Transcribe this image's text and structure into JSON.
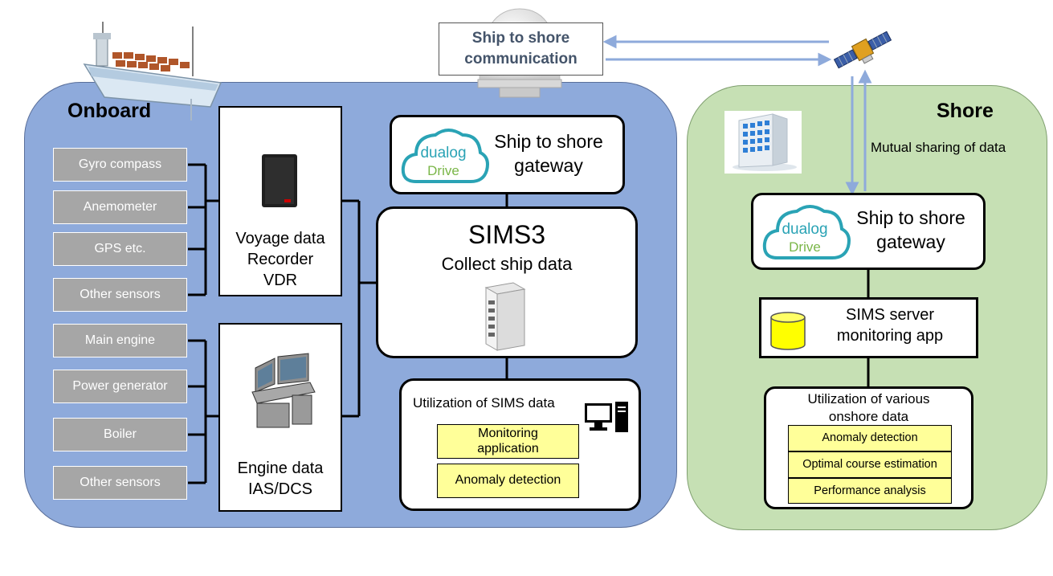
{
  "header": {
    "comm_line1": "Ship to shore",
    "comm_line2": "communication",
    "mutual_sharing": "Mutual sharing of data"
  },
  "onboard": {
    "title": "Onboard",
    "sensors_top": [
      "Gyro compass",
      "Anemometer",
      "GPS etc.",
      "Other sensors"
    ],
    "sensors_bottom": [
      "Main engine",
      "Power generator",
      "Boiler",
      "Other sensors"
    ],
    "vdr": {
      "line1": "Voyage data",
      "line2": "Recorder",
      "line3": "VDR"
    },
    "engine": {
      "line1": "Engine data",
      "line2": "IAS/DCS"
    },
    "gateway": {
      "line1": "Ship to shore",
      "line2": "gateway",
      "logo_top": "dualog",
      "logo_bottom": "Drive"
    },
    "sims3": {
      "title": "SIMS3",
      "subtitle": "Collect ship data"
    },
    "utilization": {
      "title": "Utilization of SIMS data",
      "items": [
        {
          "line1": "Monitoring",
          "line2": "application"
        },
        {
          "line1": "Anomaly detection",
          "line2": ""
        }
      ]
    }
  },
  "shore": {
    "title": "Shore",
    "gateway": {
      "line1": "Ship to shore",
      "line2": "gateway",
      "logo_top": "dualog",
      "logo_bottom": "Drive"
    },
    "server": {
      "line1": "SIMS server",
      "line2": "monitoring app"
    },
    "utilization": {
      "title_line1": "Utilization of various",
      "title_line2": "onshore data",
      "items": [
        "Anomaly detection",
        "Optimal course estimation",
        "Performance analysis"
      ]
    }
  },
  "colors": {
    "onboard_bg": "#8eaadb",
    "shore_bg": "#c6e0b4",
    "sensor_bg": "#a6a6a6",
    "highlight_bg": "#ffff99",
    "arrow": "#8eaadb",
    "logo_teal": "#2aa3b5",
    "logo_green": "#7ab648"
  },
  "icons": [
    "ship-icon",
    "radome-icon",
    "satellite-icon",
    "building-icon",
    "vdr-device-icon",
    "engine-console-icon",
    "industrial-pc-icon",
    "computer-icon",
    "database-icon",
    "cloud-logo-icon"
  ]
}
